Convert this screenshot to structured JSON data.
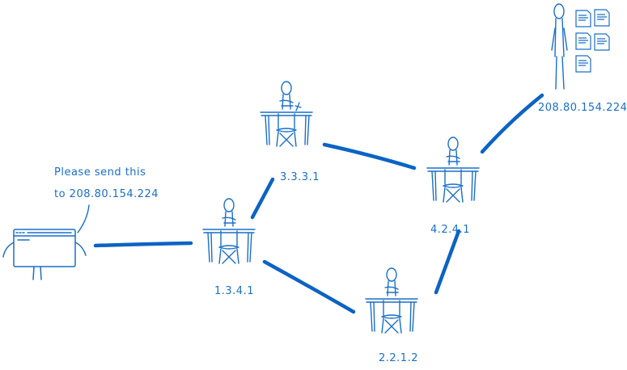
{
  "colors": {
    "ink": "#1a6fc9",
    "link": "#0b63c4",
    "background": "#ffffff"
  },
  "speech": {
    "line1": "Please send this",
    "line2": "to 208.80.154.224"
  },
  "nodes": {
    "router_a": "1.3.4.1",
    "router_b": "3.3.3.1",
    "router_c": "2.2.1.2",
    "router_d": "4.2.4.1"
  },
  "destination": {
    "address": "208.80.154.224"
  },
  "icons": [
    "browser-window-icon",
    "router-person-icon",
    "server-person-icon",
    "document-stack-icon"
  ]
}
